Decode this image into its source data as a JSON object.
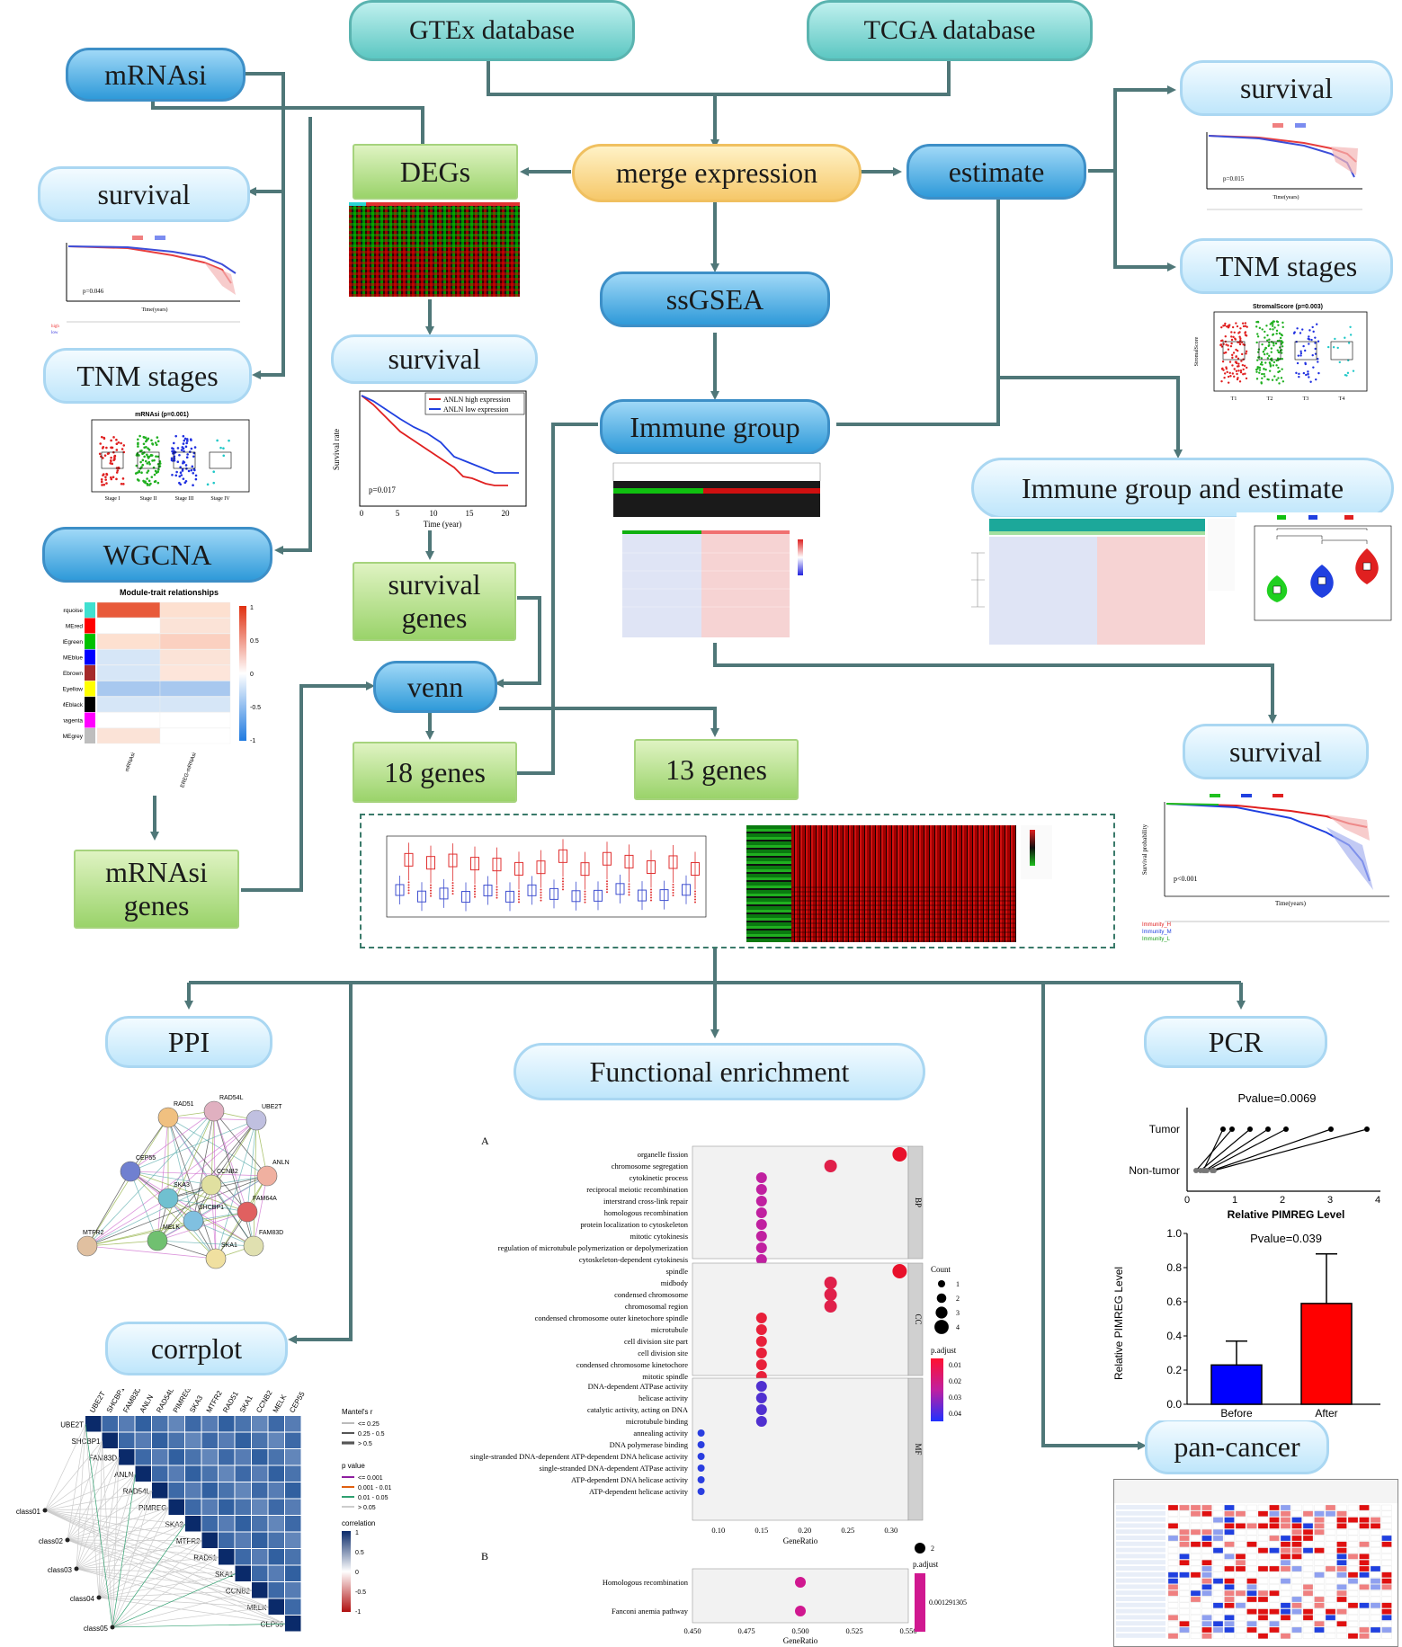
{
  "nodes": {
    "gtex": "GTEx database",
    "tcga": "TCGA database",
    "merge": "merge expression",
    "mrnasi": "mRNAsi",
    "degs": "DEGs",
    "estimate": "estimate",
    "survival_left": "survival",
    "tnm_left": "TNM stages",
    "survival_mid": "survival",
    "ssgsea": "ssGSEA",
    "survival_right": "survival",
    "tnm_right": "TNM stages",
    "immune_group": "Immune group",
    "immune_estimate": "Immune group and estimate",
    "wgcna": "WGCNA",
    "survival_genes": "survival genes",
    "venn": "venn",
    "genes18": "18 genes",
    "genes13": "13 genes",
    "survival_right2": "survival",
    "mrnasi_genes": "mRNAsi genes",
    "ppi": "PPI",
    "functional": "Functional enrichment",
    "pcr": "PCR",
    "corrplot": "corrplot",
    "pancancer": "pan-cancer"
  },
  "panels": {
    "km_left": {
      "pvalue": "p=0.046",
      "xlabel": "Time(years)"
    },
    "km_mid": {
      "legend": [
        "ANLN high expression",
        "ANLN low expression"
      ],
      "pvalue": "p=0.017",
      "xlabel": "Time (year)",
      "ylabel": "Survival rate"
    },
    "km_right": {
      "pvalue": "p=0.015",
      "xlabel": "Time(years)"
    },
    "km_right2": {
      "pvalue": "p<0.001",
      "xlabel": "Time(years)",
      "ylabel": "Survival probability"
    },
    "mrnasi_box": {
      "title": "mRNAsi (p=0.001)",
      "categories": [
        "Stage I",
        "Stage II",
        "Stage III",
        "Stage IV"
      ]
    },
    "stromal_box": {
      "title": "StromalScore (p=0.003)",
      "ylabel": "StromalScore",
      "categories": [
        "T1",
        "T2",
        "T3",
        "T4"
      ]
    },
    "wgcna_heat": {
      "title": "Module-trait relationships",
      "modules": [
        "MEturquoise",
        "MEred",
        "MEgreen",
        "MEblue",
        "MEbrown",
        "MEyellow",
        "MEblack",
        "MEmagenta",
        "MEgrey"
      ],
      "module_colors": [
        "#40e0d0",
        "#ff0000",
        "#00c000",
        "#0000ff",
        "#a52a2a",
        "#ffff00",
        "#000000",
        "#ff00ff",
        "#bebebe"
      ],
      "columns": [
        "mRNAsi",
        "EREG-mRNAsi"
      ],
      "scale": [
        "1",
        "0.5",
        "0",
        "-0.5",
        "-1"
      ]
    },
    "pcr": {
      "pvalue1": "Pvalue=0.0069",
      "rows": [
        "Tumor",
        "Non-tumor"
      ],
      "xaxis": "Relative PIMREG Level",
      "xticks": [
        "0",
        "1",
        "2",
        "3",
        "4"
      ],
      "pvalue2": "Pvalue=0.039",
      "yaxis": "Relative PIMREG Level",
      "yticks": [
        "1.0",
        "0.8",
        "0.6",
        "0.4",
        "0.2",
        "0.0"
      ],
      "bars": [
        {
          "label": "Before",
          "value": 0.23,
          "err": 0.14,
          "color": "#0000ff"
        },
        {
          "label": "After",
          "value": 0.59,
          "err": 0.29,
          "color": "#ff0000"
        }
      ]
    },
    "ppi_genes": [
      "RAD51",
      "RAD54L",
      "UBE2T",
      "CEP55",
      "ANLN",
      "SKA3",
      "CCNB2",
      "FAM64A",
      "SHCBP1",
      "MTFR2",
      "MELK",
      "SKA1",
      "FAM83D"
    ],
    "enrichment": {
      "label_a": "A",
      "label_b": "B",
      "bp_terms": [
        "organelle fission",
        "chromosome segregation",
        "cytokinetic process",
        "reciprocal meiotic recombination",
        "interstrand cross-link repair",
        "homologous recombination",
        "protein localization to cytoskeleton",
        "mitotic cytokinesis",
        "regulation of microtubule polymerization or depolymerization",
        "cytoskeleton-dependent cytokinesis"
      ],
      "cc_terms": [
        "spindle",
        "midbody",
        "condensed chromosome",
        "chromosomal region",
        "condensed chromosome outer kinetochore spindle",
        "microtubule",
        "cell division site part",
        "cell division site",
        "condensed chromosome kinetochore",
        "mitotic spindle"
      ],
      "mf_terms": [
        "DNA-dependent ATPase activity",
        "helicase activity",
        "catalytic activity, acting on DNA",
        "microtubule binding",
        "annealing activity",
        "DNA polymerase binding",
        "single-stranded DNA-dependent ATP-dependent DNA helicase activity",
        "single-stranded DNA-dependent ATPase activity",
        "ATP-dependent DNA helicase activity",
        "ATP-dependent helicase activity"
      ],
      "bp_ratio": [
        0.31,
        0.23,
        0.15,
        0.15,
        0.15,
        0.15,
        0.15,
        0.15,
        0.15,
        0.15
      ],
      "cc_ratio": [
        0.31,
        0.23,
        0.23,
        0.23,
        0.15,
        0.15,
        0.15,
        0.15,
        0.15,
        0.15
      ],
      "mf_ratio": [
        0.15,
        0.15,
        0.15,
        0.15,
        0.08,
        0.08,
        0.08,
        0.08,
        0.08,
        0.08
      ],
      "side_labels": [
        "BP",
        "CC",
        "MF"
      ],
      "xlabel": "GeneRatio",
      "xticks_a": [
        "0.10",
        "0.15",
        "0.20",
        "0.25",
        "0.30"
      ],
      "count_title": "Count",
      "count_levels": [
        "1",
        "2",
        "3",
        "4"
      ],
      "padj_title": "p.adjust",
      "padj_levels": [
        "0.01",
        "0.02",
        "0.03",
        "0.04"
      ],
      "kegg_terms": [
        "Homologous recombination",
        "Fanconi anemia pathway"
      ],
      "xticks_b": [
        "0.450",
        "0.475",
        "0.500",
        "0.525",
        "0.550"
      ],
      "kegg_count": "2",
      "kegg_padj": "0.001291305"
    },
    "corrplot": {
      "genes": [
        "UBE2T",
        "SHCBP1",
        "FAM83D",
        "ANLN",
        "RAD54L",
        "PIMREG",
        "SKA3",
        "MTFR2",
        "RAD51",
        "SKA1",
        "CCNB2",
        "MELK",
        "CEP55"
      ],
      "classes": [
        "class01",
        "class02",
        "class03",
        "class04",
        "class05"
      ],
      "mantel_title": "Mantel's r",
      "mantel_levels": [
        "<= 0.25",
        "0.25 - 0.5",
        "> 0.5"
      ],
      "p_title": "p value",
      "p_levels": [
        "<= 0.001",
        "0.001 - 0.01",
        "0.01 - 0.05",
        "> 0.05"
      ],
      "corr_title": "correlation",
      "corr_levels": [
        "1",
        "0.5",
        "0",
        "-0.5",
        "-1"
      ]
    }
  }
}
